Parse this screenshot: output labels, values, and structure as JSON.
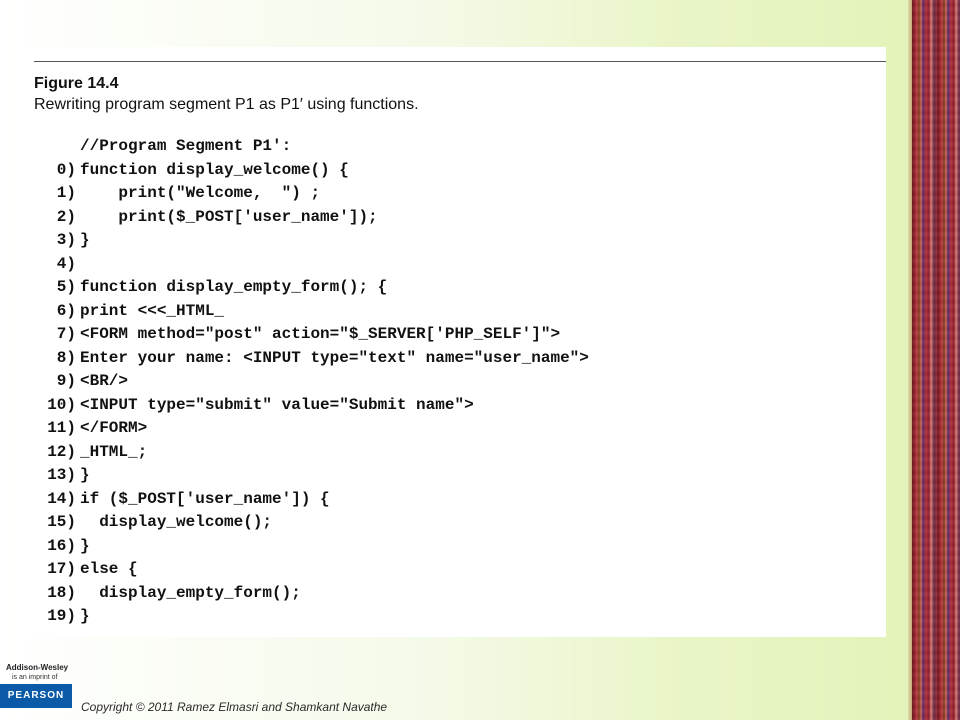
{
  "figure": {
    "title": "Figure 14.4",
    "caption": "Rewriting program segment P1 as P1′ using functions.",
    "code_lines": [
      {
        "num": "",
        "text": "//Program Segment P1':"
      },
      {
        "num": "0)",
        "text": "function display_welcome() {"
      },
      {
        "num": "1)",
        "text": "    print(\"Welcome,  \") ;"
      },
      {
        "num": "2)",
        "text": "    print($_POST['user_name']);"
      },
      {
        "num": "3)",
        "text": "}"
      },
      {
        "num": "4)",
        "text": ""
      },
      {
        "num": "5)",
        "text": "function display_empty_form(); {"
      },
      {
        "num": "6)",
        "text": "print <<<_HTML_"
      },
      {
        "num": "7)",
        "text": "<FORM method=\"post\" action=\"$_SERVER['PHP_SELF']\">"
      },
      {
        "num": "8)",
        "text": "Enter your name: <INPUT type=\"text\" name=\"user_name\">"
      },
      {
        "num": "9)",
        "text": "<BR/>"
      },
      {
        "num": "10)",
        "text": "<INPUT type=\"submit\" value=\"Submit name\">"
      },
      {
        "num": "11)",
        "text": "</FORM>"
      },
      {
        "num": "12)",
        "text": "_HTML_;"
      },
      {
        "num": "13)",
        "text": "}"
      },
      {
        "num": "14)",
        "text": "if ($_POST['user_name']) {"
      },
      {
        "num": "15)",
        "text": "  display_welcome();"
      },
      {
        "num": "16)",
        "text": "}"
      },
      {
        "num": "17)",
        "text": "else {"
      },
      {
        "num": "18)",
        "text": "  display_empty_form();"
      },
      {
        "num": "19)",
        "text": "}"
      }
    ]
  },
  "footer": {
    "publisher": "Addison-Wesley",
    "imprint": "is an imprint of",
    "brand": "PEARSON",
    "copyright": "Copyright © 2011 Ramez Elmasri and Shamkant Navathe"
  },
  "colors": {
    "pearson_blue": "#0a5aa8",
    "background_tint": "#e9f5c8",
    "stripe_red": "#9c2430"
  }
}
